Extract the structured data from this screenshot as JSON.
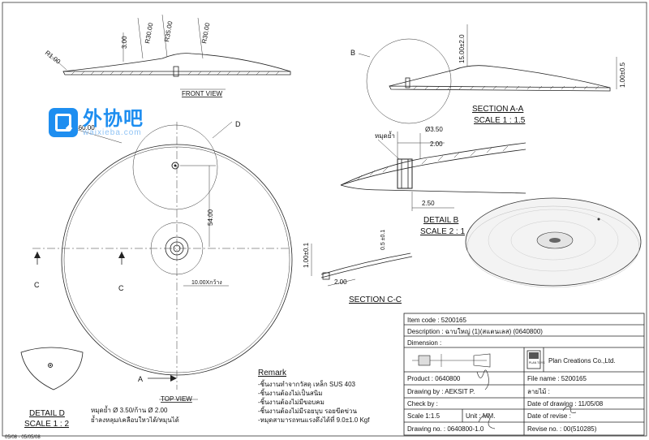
{
  "front_view": {
    "r1": "R1.00",
    "r35": "R35.00",
    "r30a": "R30.00",
    "r30b": "R30.00",
    "d3": "3.00",
    "label": "FRONT VIEW"
  },
  "section_aa": {
    "callout": "B",
    "d15": "15.00±2.0",
    "d1": "1.00±0.5",
    "title": "SECTION A-A",
    "scale": "SCALE 1 : 1.5"
  },
  "detail_b": {
    "note": "หมุดย้ำ",
    "d350": "Ø3.50",
    "d200": "2.00",
    "d250": "2.50",
    "title": "DETAIL B",
    "scale": "SCALE 2 : 1"
  },
  "top_view": {
    "callout_d": "D",
    "dia": "Ø460.00",
    "d54": "54.00",
    "d10": "10.00Xกว้าง",
    "label_c1": "C",
    "label_c2": "C",
    "label_a": "A",
    "label": "TOP VIEW"
  },
  "section_cc": {
    "d1": "1.00±0.1",
    "d05": "0.5 ±0.1",
    "d2": "2.00",
    "title": "SECTION C-C"
  },
  "detail_d": {
    "title": "DETAIL D",
    "scale": "SCALE 1 : 2",
    "note1": "หมุดย้ำ Ø 3.50/ก้าน Ø 2.00",
    "note2": "ย้ำลงหลุม/เคลือบใหวได้/หมุนได้"
  },
  "remark": {
    "title": "Remark",
    "lines": [
      "-ชิ้นงานทำจากวัสดุ เหล็ก SUS 403",
      "-ชิ้นงานต้องไม่เป็นสนิม",
      "-ชิ้นงานต้องไม่มีขอบคม",
      "-ชิ้นงานต้องไม่มีรอยบุบ รอยขีดข่วน",
      "-หมุดสามารถทนแรงดึงได้ที่ 9.0±1.0  Kgf"
    ]
  },
  "title_block": {
    "item_code": "Item code : 5200165",
    "description": "Description : ฉาบใหญ่ (1)(สแตนเลส) (0640800)",
    "dimension": "Dimension :",
    "company": "Plan Creations Co.,Ltd.",
    "logo_text": "PLAN TOYS",
    "product": "Product : 0640800",
    "file_name": "File name : 5200165",
    "drawing_by": "Drawing by : AEKSIT P.",
    "signature_label": "ลายไม้ :",
    "check_by": "Check by :",
    "date_of_drawing": "Date of drawing : 11/05/08",
    "scale": "Scale  1:1.5",
    "unit": "Unit : MM.",
    "date_of_revise": "Date of revise :",
    "drawing_no": "Drawing no. : 0640800-1.0",
    "revise_no": "Revise no. : 00(510285)"
  },
  "watermark": {
    "text": "外协吧",
    "url": "waixieba.com"
  },
  "footer": {
    "note": "05/08 - 05/05/08"
  }
}
